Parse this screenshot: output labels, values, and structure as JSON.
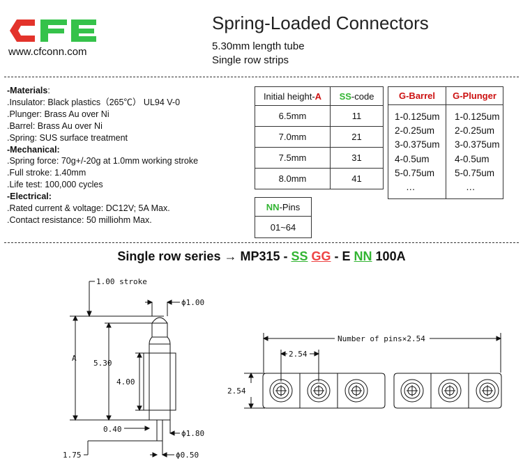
{
  "header": {
    "logo_text": "CFE",
    "website": "www.cfconn.com",
    "title": "Spring-Loaded Connectors",
    "subtitle_1": "5.30mm length tube",
    "subtitle_2": "Single row strips",
    "colors": {
      "logo_red": "#e3332b",
      "logo_green": "#35c24a",
      "highlight_green": "#33b533",
      "highlight_red": "#cc1111"
    }
  },
  "specs": {
    "materials_heading": "-Materials",
    "materials_colon": ":",
    "insulator": ".Insulator: Black plastics（265℃） UL94 V-0",
    "plunger": ".Plunger: Brass Au over Ni",
    "barrel": ".Barrel: Brass Au over Ni",
    "spring": ".Spring: SUS surface treatment",
    "mechanical_heading": "-Mechanical:",
    "spring_force": ".Spring force: 70g+/-20g at 1.0mm working stroke",
    "full_stroke": ".Full stroke: 1.40mm",
    "life_test": ".Life test: 100,000 cycles",
    "electrical_heading": "-Electrical:",
    "rated": ".Rated current & voltage: DC12V; 5A Max.",
    "contact_resistance": ".Contact resistance: 50 milliohm Max."
  },
  "height_table": {
    "col1_prefix": "Initial height-",
    "col1_key": "A",
    "col2_key": "SS",
    "col2_suffix": "-code",
    "rows": [
      {
        "height": "6.5mm",
        "code": "11"
      },
      {
        "height": "7.0mm",
        "code": "21"
      },
      {
        "height": "7.5mm",
        "code": "31"
      },
      {
        "height": "8.0mm",
        "code": "41"
      }
    ]
  },
  "pins_table": {
    "key": "NN",
    "suffix": "-Pins",
    "value": "01~64"
  },
  "plating_table": {
    "barrel_header": "G-Barrel",
    "plunger_header": "G-Plunger",
    "barrel": [
      "1-0.125um",
      "2-0.25um",
      "3-0.375um",
      "4-0.5um",
      "5-0.75um",
      "…"
    ],
    "plunger": [
      "1-0.125um",
      "2-0.25um",
      "3-0.375um",
      "4-0.5um",
      "5-0.75um",
      "…"
    ]
  },
  "series": {
    "prefix": "Single row series → MP315 - ",
    "ss": "SS",
    "space": " ",
    "gg": "GG",
    "mid": " - E ",
    "nn": "NN",
    "suffix": " 100A"
  },
  "drawing": {
    "stroke": "1.00 stroke",
    "dia_top": "ϕ1.00",
    "label_a": "A",
    "len_530": "5.30",
    "len_400": "4.00",
    "len_040": "0.40",
    "dia_180": "ϕ1.80",
    "len_175": "1.75",
    "dia_050": "ϕ0.50",
    "pins_label": "Number of pins×2.54",
    "pitch": "2.54",
    "height": "2.54"
  }
}
